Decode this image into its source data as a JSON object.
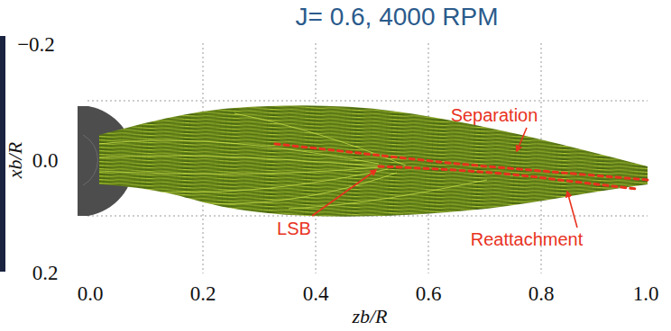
{
  "diagram": {
    "title": "J= 0.6, 4000 RPM",
    "labels": [
      "Separation",
      "LSB",
      "Reattachment",
      "−0.2",
      "0.0",
      "0.2",
      "0.0",
      "0.2",
      "0.4",
      "0.6",
      "0.8",
      "1.0",
      "xb/R",
      "zb/R"
    ]
  }
}
